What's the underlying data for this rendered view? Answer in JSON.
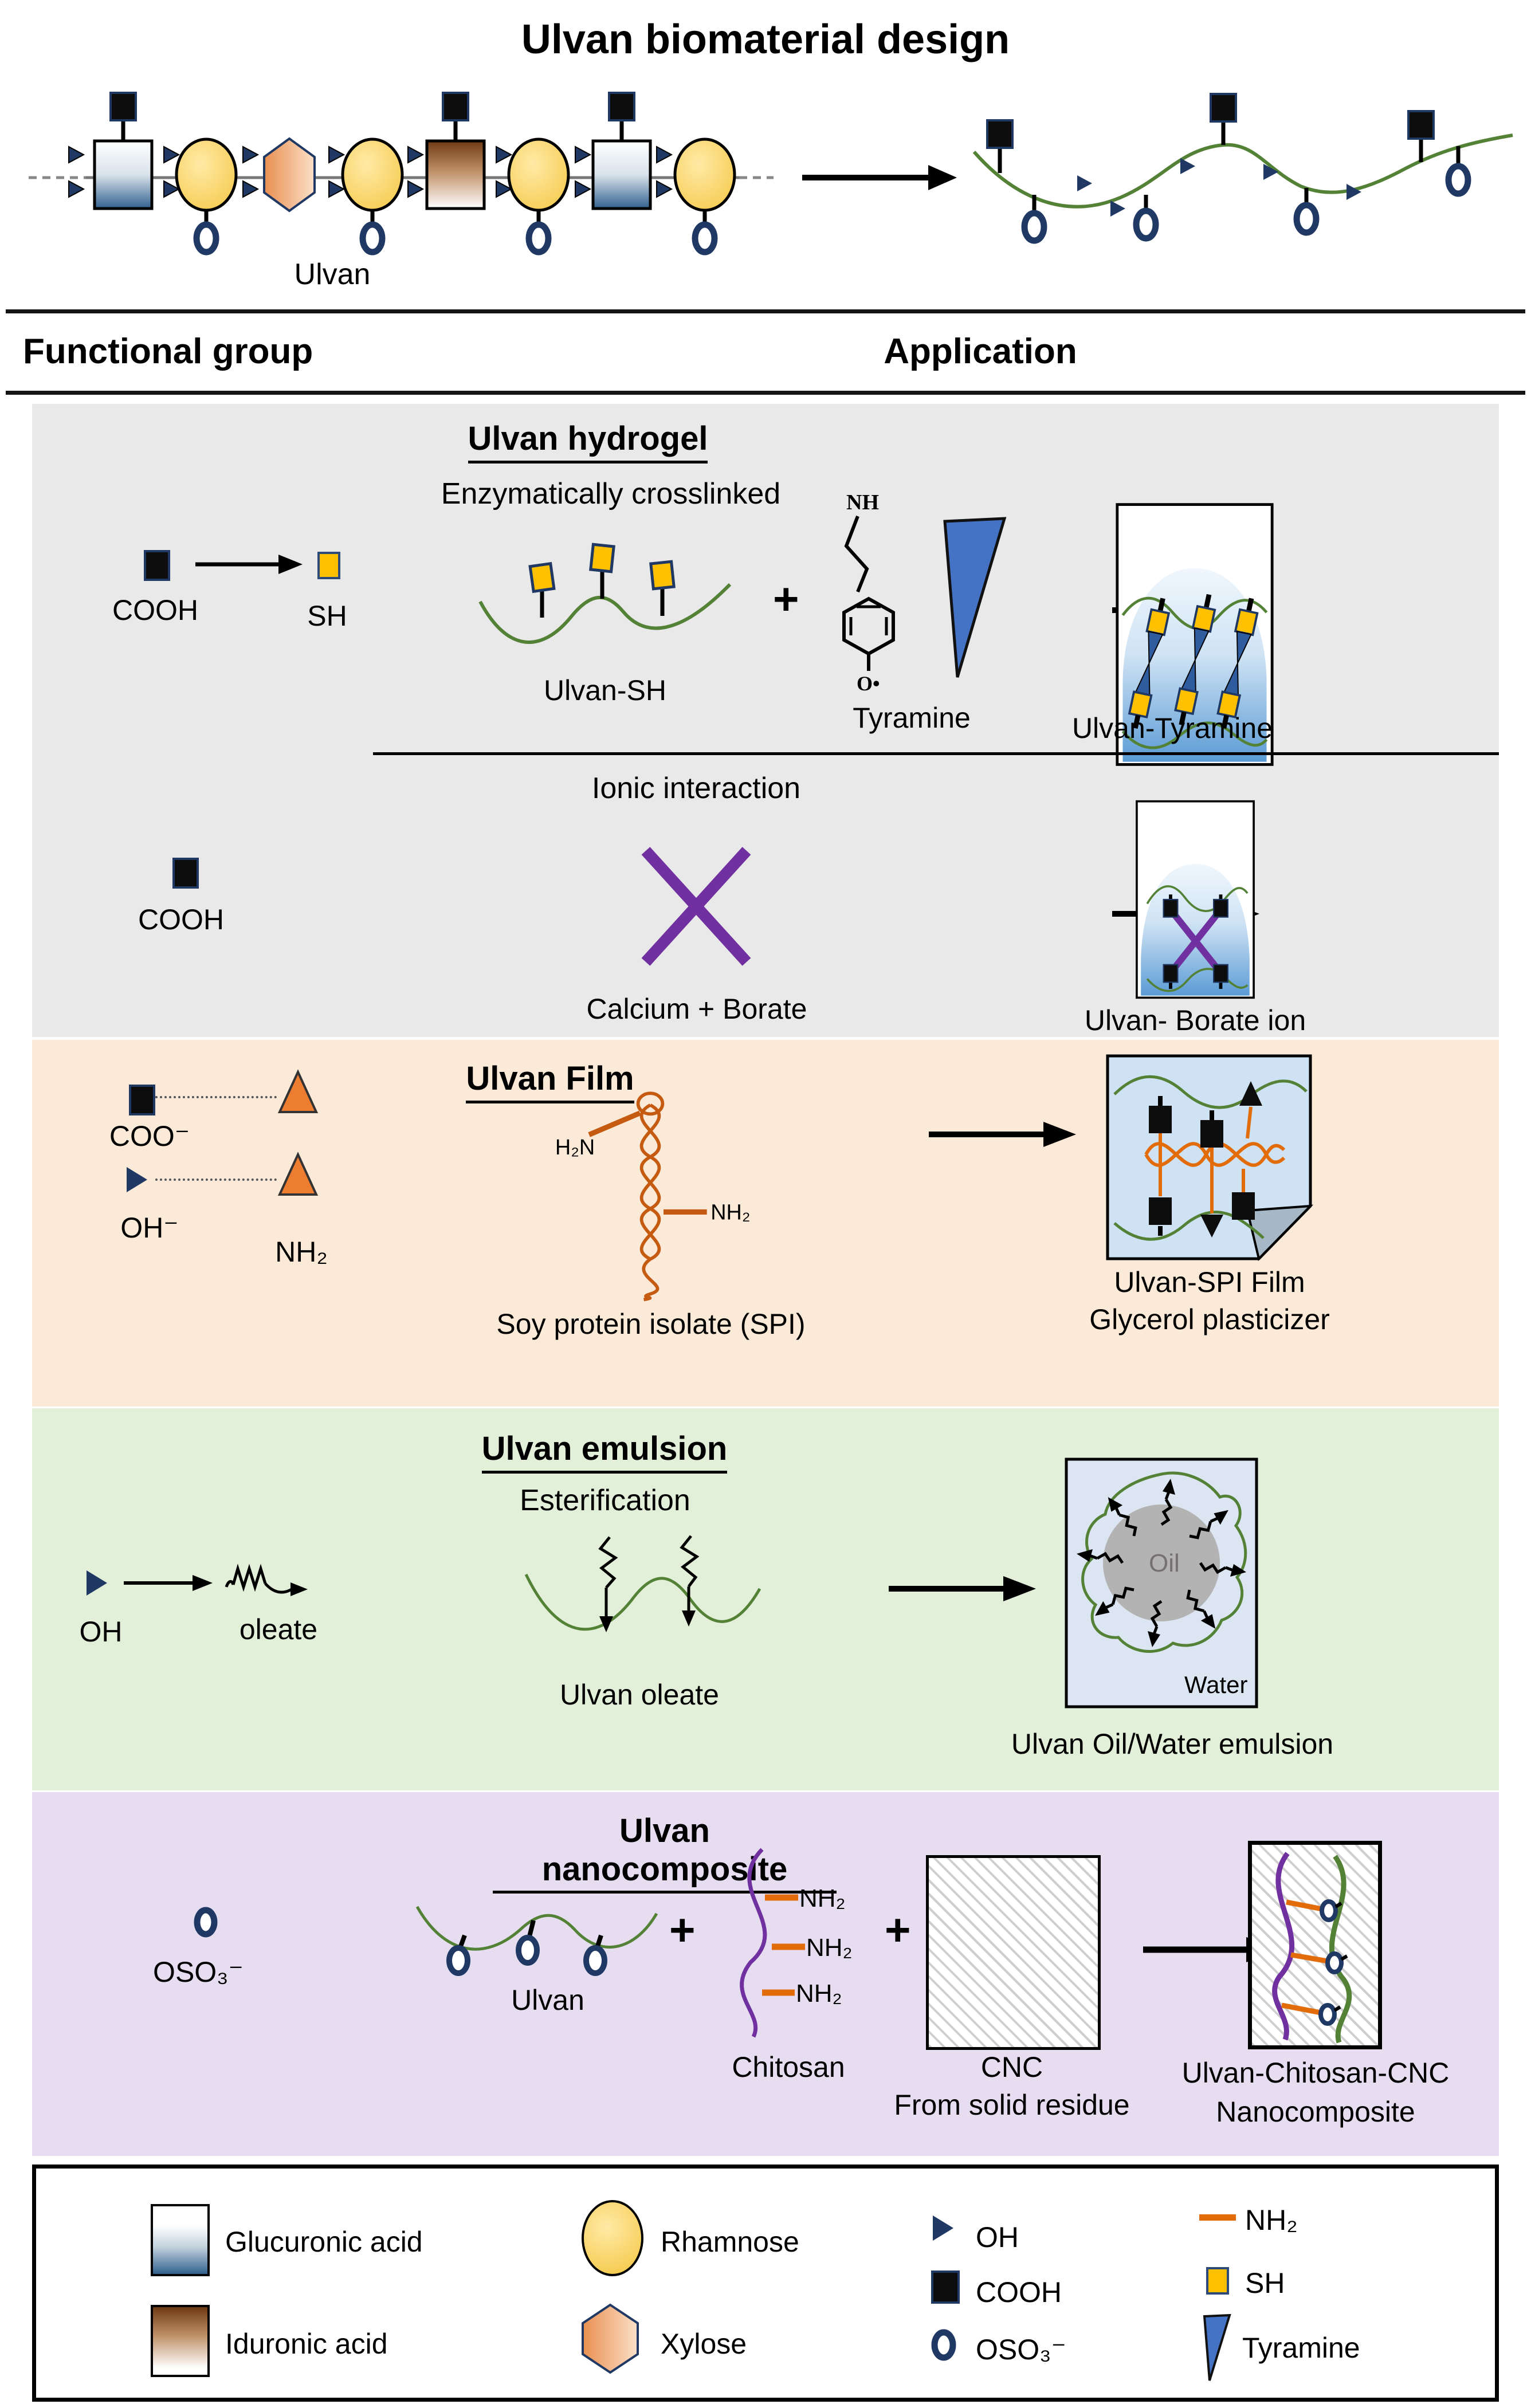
{
  "title": "Ulvan biomaterial design",
  "chain": {
    "label": "Ulvan"
  },
  "header": {
    "functional_group": "Functional group",
    "application": "Application"
  },
  "hydrogel": {
    "title": "Ulvan hydrogel",
    "method_enzymatic": "Enzymatically crosslinked",
    "cooh_label": "COOH",
    "sh_label": "SH",
    "ulvan_sh_label": "Ulvan-SH",
    "plus": "+",
    "tyramine_nh": "NH",
    "tyramine_o": "O•",
    "tyramine_label": "Tyramine",
    "product_enzymatic": "Ulvan-Tyramine",
    "method_ionic": "Ionic interaction",
    "cooh2_label": "COOH",
    "ionic_crosslinker": "Calcium + Borate",
    "product_ionic": "Ulvan- Borate ion"
  },
  "film": {
    "title": "Ulvan Film",
    "coo_label": "COO⁻",
    "oh_label": "OH⁻",
    "nh2_label": "NH₂",
    "spi_h2n": "H₂N",
    "spi_nh2": "NH₂",
    "spi_label": "Soy protein isolate (SPI)",
    "product_line1": "Ulvan-SPI Film",
    "product_line2": "Glycerol plasticizer"
  },
  "emulsion": {
    "title": "Ulvan emulsion",
    "method": "Esterification",
    "oh_label": "OH",
    "oleate_label": "oleate",
    "ulvan_oleate_label": "Ulvan oleate",
    "oil_label": "Oil",
    "water_label": "Water",
    "product": "Ulvan Oil/Water emulsion"
  },
  "nano": {
    "title": "Ulvan nanocomposite",
    "oso3_label": "OSO₃⁻",
    "ulvan_label": "Ulvan",
    "plus1": "+",
    "plus2": "+",
    "chitosan_nh2": [
      "NH₂",
      "NH₂",
      "NH₂"
    ],
    "chitosan_label": "Chitosan",
    "cnc_label": "CNC",
    "cnc_sub": "From solid residue",
    "product_line1": "Ulvan-Chitosan-CNC",
    "product_line2": "Nanocomposite"
  },
  "legend": {
    "glucuronic": "Glucuronic acid",
    "iduronic": "Iduronic acid",
    "rhamnose": "Rhamnose",
    "xylose": "Xylose",
    "oh": "OH",
    "cooh": "COOH",
    "oso3": "OSO₃⁻",
    "nh2": "NH₂",
    "sh": "SH",
    "tyramine": "Tyramine"
  },
  "colors": {
    "hydrogel_panel": "#e9e9e9",
    "film_panel": "#fcead9",
    "emulsion_panel": "#e2efd9",
    "nano_panel": "#e6ddf1",
    "navy": "#1f3864",
    "yellow": "#ffc000",
    "orange": "#ed7d31",
    "orange_dark": "#c55a11",
    "green_chain": "#538135",
    "purple": "#7030a0",
    "blue_wedge": "#4472c4",
    "light_blue": "#cfe2f3"
  }
}
